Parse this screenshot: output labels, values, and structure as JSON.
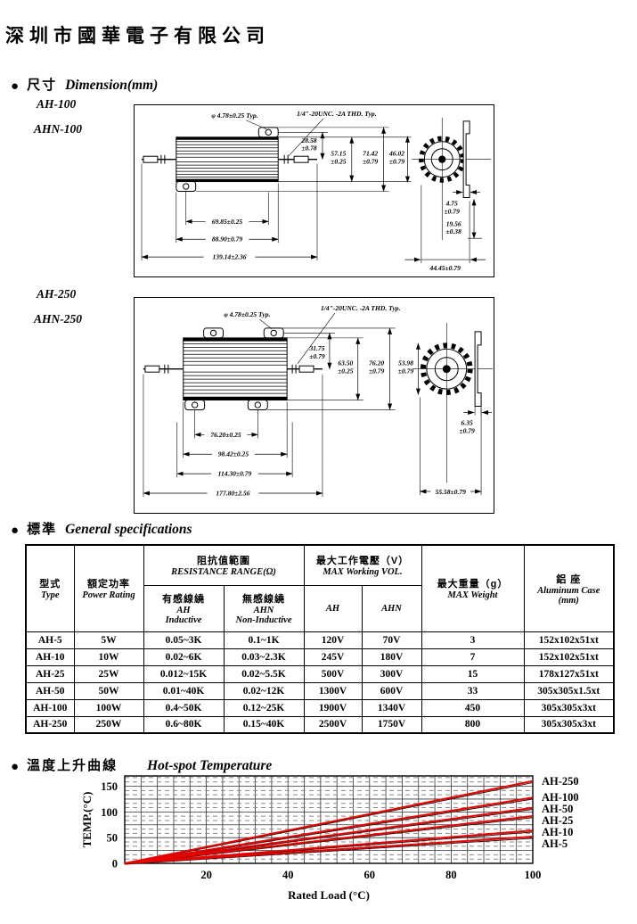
{
  "page": {
    "title": "深圳市國華電子有限公司"
  },
  "sections": {
    "dimension": {
      "zh": "尺寸",
      "en": "Dimension(mm)"
    },
    "specs": {
      "zh": "標準",
      "en": "General specifications"
    },
    "temperature": {
      "zh": "溫度上升曲線",
      "en": "Hot-spot Temperature"
    }
  },
  "drawing1": {
    "model1": "AH-100",
    "model2": "AHN-100",
    "hole_callout": "φ 4.78±0.25 Typ.",
    "thread_callout": "1/4\"-20UNC. -2A THD. Typ.",
    "dims": {
      "offset": {
        "v": "28.58",
        "t": "±0.78"
      },
      "core_h": {
        "v": "57.15",
        "t": "±0.25"
      },
      "overall_h": {
        "v": "71.42",
        "t": "±0.79"
      },
      "across_flats": {
        "v": "46.02",
        "t": "±0.79"
      },
      "bracket_t": {
        "v": "4.75",
        "t": "±0.79"
      },
      "bracket_l": {
        "v": "19.56",
        "t": "±0.38"
      },
      "end_w": "44.45±0.79",
      "hole_span": "69.85±0.25",
      "case_l": "88.90±0.79",
      "overall_l": "139.14±2.36"
    }
  },
  "drawing2": {
    "model1": "AH-250",
    "model2": "AHN-250",
    "hole_callout": "φ 4.78±0.25 Typ.",
    "thread_callout": "1/4\"-20UNC. -2A THD. Typ.",
    "dims": {
      "offset": {
        "v": "31.75",
        "t": "±0.79"
      },
      "core_h": {
        "v": "63.50",
        "t": "±0.25"
      },
      "overall_h": {
        "v": "76.20",
        "t": "±0.79"
      },
      "across_flats": {
        "v": "53.98",
        "t": "±0.79"
      },
      "bracket_t": {
        "v": "6.35",
        "t": "±0.79"
      },
      "end_w": "55.58±0.79",
      "hole_span": "76.20±0.25",
      "case_l": "98.42±0.25",
      "tab_span": "114.30±0.79",
      "overall_l": "177.80±2.56"
    }
  },
  "table": {
    "headers": {
      "type_zh": "型式",
      "type_en": "Type",
      "power_zh": "額定功率",
      "power_en": "Power Rating",
      "res_zh": "阻抗值範圍",
      "res_en": "RESISTANCE RANGE(Ω)",
      "ind_zh": "有感線繞",
      "ind_en": "AH",
      "ind_en2": "Inductive",
      "nonind_zh": "無感線繞",
      "nonind_en": "AHN",
      "nonind_en2": "Non-Inductive",
      "vol_zh": "最大工作電壓（V）",
      "vol_en": "MAX Working VOL.",
      "vol_ah": "AH",
      "vol_ahn": "AHN",
      "wt_zh": "最大重量（g）",
      "wt_en": "MAX Weight",
      "case_zh": "鋁 座",
      "case_en": "Aluminum Case (mm)"
    },
    "rows": [
      [
        "AH-5",
        "5W",
        "0.05~3K",
        "0.1~1K",
        "120V",
        "70V",
        "3",
        "152x102x51xt"
      ],
      [
        "AH-10",
        "10W",
        "0.02~6K",
        "0.03~2.3K",
        "245V",
        "180V",
        "7",
        "152x102x51xt"
      ],
      [
        "AH-25",
        "25W",
        "0.012~15K",
        "0.02~5.5K",
        "500V",
        "300V",
        "15",
        "178x127x51xt"
      ],
      [
        "AH-50",
        "50W",
        "0.01~40K",
        "0.02~12K",
        "1300V",
        "600V",
        "33",
        "305x305x1.5xt"
      ],
      [
        "AH-100",
        "100W",
        "0.4~50K",
        "0.12~25K",
        "1900V",
        "1340V",
        "450",
        "305x305x3xt"
      ],
      [
        "AH-250",
        "250W",
        "0.6~80K",
        "0.15~40K",
        "2500V",
        "1750V",
        "800",
        "305x305x3xt"
      ]
    ]
  },
  "chart_data": {
    "type": "line",
    "title": "Hot-spot Temperature",
    "xlabel": "Rated Load (°C)",
    "ylabel": "TEMP.(°C)",
    "xlim": [
      0,
      100
    ],
    "ylim": [
      0,
      170
    ],
    "xticks": [
      20,
      40,
      60,
      80,
      100
    ],
    "yticks": [
      0,
      50,
      100,
      150
    ],
    "grid": true,
    "line_color": "#e60000",
    "legend_position": "right-outside",
    "series": [
      {
        "name": "AH-250",
        "x": [
          0,
          100
        ],
        "y": [
          0,
          160
        ]
      },
      {
        "name": "AH-100",
        "x": [
          0,
          100
        ],
        "y": [
          0,
          128
        ]
      },
      {
        "name": "AH-50",
        "x": [
          0,
          100
        ],
        "y": [
          0,
          108
        ]
      },
      {
        "name": "AH-25",
        "x": [
          0,
          100
        ],
        "y": [
          0,
          92
        ]
      },
      {
        "name": "AH-10",
        "x": [
          0,
          100
        ],
        "y": [
          0,
          64
        ]
      },
      {
        "name": "AH-5",
        "x": [
          0,
          100
        ],
        "y": [
          0,
          52
        ]
      }
    ]
  }
}
